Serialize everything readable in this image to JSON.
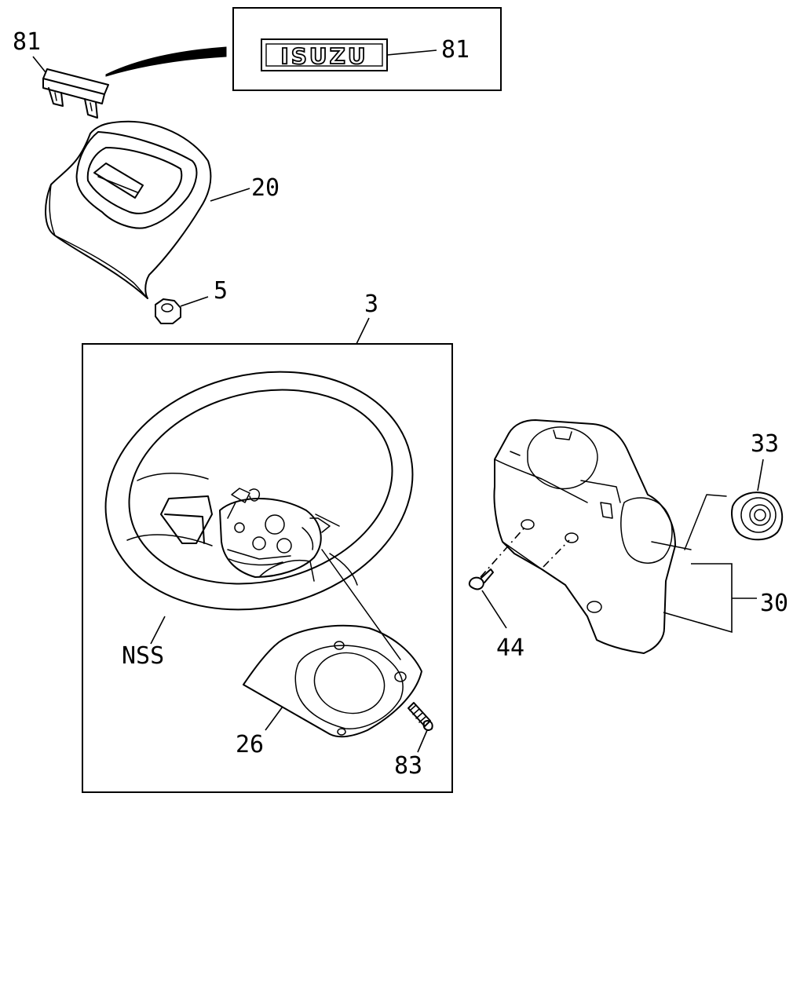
{
  "emblem": {
    "logo_text": "ISUZU"
  },
  "callouts": {
    "emblem_part": "81",
    "emblem_inset": "81",
    "horn_pad": "20",
    "nut": "5",
    "steering_wheel_assembly": "3",
    "steering_wheel": "NSS",
    "lower_cover": "26",
    "cover_screw": "83",
    "column_cover": "30",
    "horn_contact": "33",
    "column_screw": "44"
  }
}
